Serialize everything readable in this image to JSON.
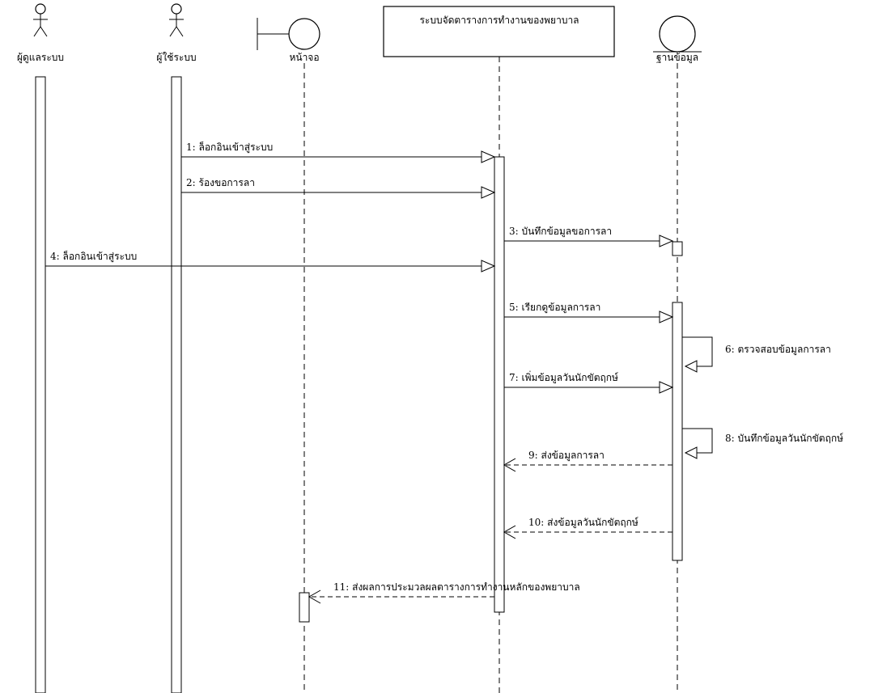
{
  "diagram": {
    "type": "sequence",
    "participants": [
      {
        "id": "admin",
        "kind": "actor",
        "label": "ผู้ดูแลระบบ"
      },
      {
        "id": "user",
        "kind": "actor",
        "label": "ผู้ใช้ระบบ"
      },
      {
        "id": "screen",
        "kind": "boundary",
        "label": "หน้าจอ"
      },
      {
        "id": "system",
        "kind": "object",
        "label": "ระบบจัดตารางการทำงานของพยาบาล"
      },
      {
        "id": "db",
        "kind": "entity",
        "label": "ฐานข้อมูล"
      }
    ],
    "messages": [
      {
        "from": "user",
        "to": "system",
        "kind": "sync",
        "label": "1: ล็อกอินเข้าสู่ระบบ"
      },
      {
        "from": "user",
        "to": "system",
        "kind": "sync",
        "label": "2: ร้องขอการลา"
      },
      {
        "from": "system",
        "to": "db",
        "kind": "sync",
        "label": "3: บันทึกข้อมูลขอการลา"
      },
      {
        "from": "admin",
        "to": "system",
        "kind": "sync",
        "label": "4: ล็อกอินเข้าสู่ระบบ"
      },
      {
        "from": "system",
        "to": "db",
        "kind": "sync",
        "label": "5: เรียกดูข้อมูลการลา"
      },
      {
        "from": "db",
        "to": "db",
        "kind": "self",
        "label": "6: ตรวจสอบข้อมูลการลา"
      },
      {
        "from": "system",
        "to": "db",
        "kind": "sync",
        "label": "7: เพิ่มข้อมูลวันนักขัตฤกษ์"
      },
      {
        "from": "db",
        "to": "db",
        "kind": "self",
        "label": "8: บันทึกข้อมูลวันนักขัตฤกษ์"
      },
      {
        "from": "db",
        "to": "system",
        "kind": "return",
        "label": "9: ส่งข้อมูลการลา"
      },
      {
        "from": "db",
        "to": "system",
        "kind": "return",
        "label": "10: ส่งข้อมูลวันนักขัตฤกษ์"
      },
      {
        "from": "system",
        "to": "screen",
        "kind": "return",
        "label": "11: ส่งผลการประมวลผลตารางการทำงานหลักของพยาบาล"
      }
    ]
  }
}
